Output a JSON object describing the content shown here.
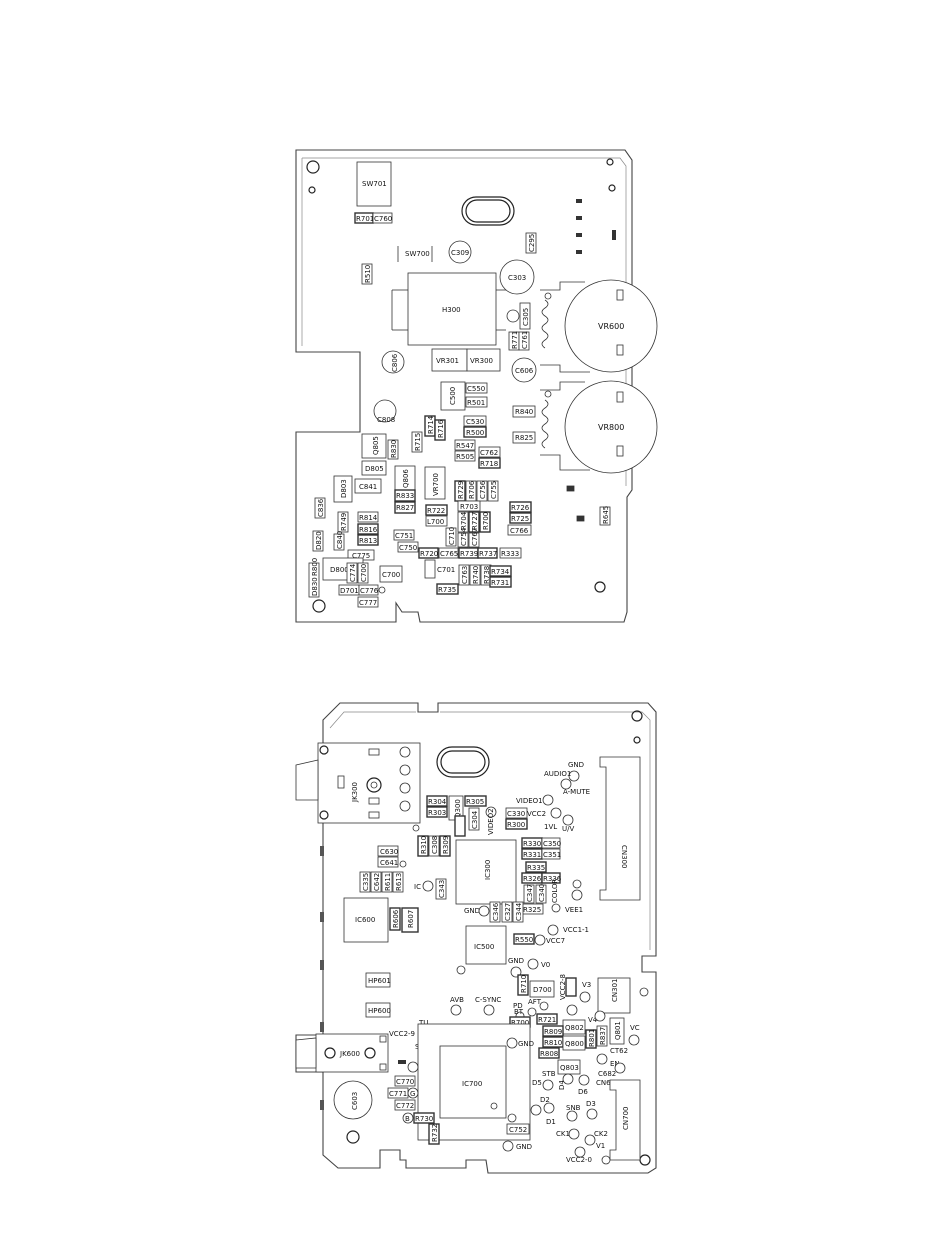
{
  "top_board": {
    "labels": {
      "SW701": "SW701",
      "R701": "R701",
      "C760": "C760",
      "SW700": "SW700",
      "C309": "C309",
      "C295": "C295",
      "R510": "R510",
      "C303": "C303",
      "H300": "H300",
      "C305": "C305",
      "VR600": "VR600",
      "R771": "R771",
      "C761": "C761",
      "VR301": "VR301",
      "VR300": "VR300",
      "C606": "C606",
      "C806": "C806",
      "C500": "C500",
      "C550": "C550",
      "R501": "R501",
      "VR800": "VR800",
      "R840": "R840",
      "C808": "C808",
      "R714": "R714",
      "R716": "R716",
      "C530": "C530",
      "R500": "R500",
      "R825": "R825",
      "Q805": "Q805",
      "R830": "R830",
      "R715": "R715",
      "R547": "R547",
      "R505": "R505",
      "C762": "C762",
      "R718": "R718",
      "D805": "D805",
      "Q806": "Q806",
      "VR700": "VR700",
      "D803": "D803",
      "C841": "C841",
      "R833": "R833",
      "R827": "R827",
      "R729": "R729",
      "R706": "R706",
      "C756": "C756",
      "C755": "C755",
      "R703": "R703",
      "R726": "R726",
      "R725": "R725",
      "C766": "C766",
      "R645": "R645",
      "C836": "C836",
      "R814": "R814",
      "R816": "R816",
      "R813": "R813",
      "R749": "R749",
      "R722": "R722",
      "L700": "L700",
      "C751": "C751",
      "C750": "C750",
      "D820": "D820",
      "C840": "C840",
      "C775": "C775",
      "R720": "R720",
      "C765": "C765",
      "R739": "R739",
      "R737": "R737",
      "R333": "R333",
      "D800": "D800",
      "D830": "D830",
      "R800": "R800",
      "C700": "C700",
      "C701": "C701",
      "D701": "D701",
      "C776": "C776",
      "C777": "C777",
      "R735": "R735",
      "R734": "R734",
      "R731": "R731",
      "R738": "R738",
      "R740": "R740",
      "C763": "C763",
      "R704": "R704",
      "R727": "R727",
      "C754": "C754",
      "C767": "C767",
      "C774": "C774",
      "C700a": "C700",
      "R700": "R700",
      "C710": "C710"
    }
  },
  "bottom_board": {
    "labels": {
      "JK300": "JK300",
      "R304": "R304",
      "R303": "R303",
      "Q300": "Q300",
      "R305": "R305",
      "C304": "C304",
      "VIDEO2": "VIDEO2",
      "GND": "GND",
      "AUDIO1": "AUDIO1",
      "A-MUTE": "A-MUTE",
      "VIDEO1": "VIDEO1",
      "C330": "C330",
      "VCC2": "VCC2",
      "R300": "R300",
      "1VL": "1VL",
      "U/V": "U/V",
      "CN300": "CN300",
      "R310": "R310",
      "C308": "C308",
      "R309": "R309",
      "C630": "C630",
      "C641": "C641",
      "IC300": "IC300",
      "R330": "R330",
      "C350": "C350",
      "R331": "R331",
      "C351": "C351",
      "R335": "R335",
      "C335": "C335",
      "C642": "C642",
      "R611": "R611",
      "R613": "R613",
      "IC": "IC",
      "C343": "C343",
      "R326": "R326",
      "R336": "R336",
      "C347": "C347",
      "C340": "C340",
      "COLOR": "COLOR",
      "VEE1": "VEE1",
      "R325": "R325",
      "GNDb": "GND",
      "C346": "C346",
      "C327": "C327",
      "C344": "C344",
      "IC600": "IC600",
      "R606": "R606",
      "R607": "R607",
      "R550": "R550",
      "VCC1-1": "VCC1-1",
      "VCC7": "VCC7",
      "IC500": "IC500",
      "GNDc": "GND",
      "V0": "V0",
      "HP601": "HP601",
      "R710": "R710",
      "D700": "D700",
      "VCC2-8": "VCC2-8",
      "V3": "V3",
      "CN301": "CN301",
      "HP600": "HP600",
      "AVB": "AVB",
      "C-SYNC": "C-SYNC",
      "PD": "PD",
      "AFT": "AFT",
      "BT": "BT",
      "R721": "R721",
      "V4": "V4",
      "Q802": "Q802",
      "R700b": "R700",
      "R809": "R809",
      "Q801": "Q801",
      "VC": "VC",
      "R801": "R801",
      "R837": "R837",
      "VCC2-9": "VCC2-9",
      "TU": "TU",
      "SYF": "SYF",
      "R810": "R810",
      "Q800": "Q800",
      "CT62": "CT62",
      "JK600": "JK600",
      "GNDd": "GND",
      "R808": "R808",
      "Q803": "Q803",
      "STB": "STB",
      "EN": "EN",
      "CN62": "CN62",
      "C682": "C682",
      "IC700": "IC700",
      "C770": "C770",
      "D5": "D5",
      "D4": "D4",
      "D6": "D6",
      "C771": "C771",
      "D2": "D2",
      "SNB": "SNB",
      "D3": "D3",
      "C603": "C603",
      "C772": "C772",
      "D1": "D1",
      "CN700": "CN700",
      "R730": "R730",
      "R732": "R732",
      "C752": "C752",
      "CK1": "CK1",
      "CK2": "CK2",
      "V1": "V1",
      "GNDe": "GND",
      "VCC2-0": "VCC2-0",
      "R": "R",
      "G": "G",
      "B": "B"
    }
  }
}
